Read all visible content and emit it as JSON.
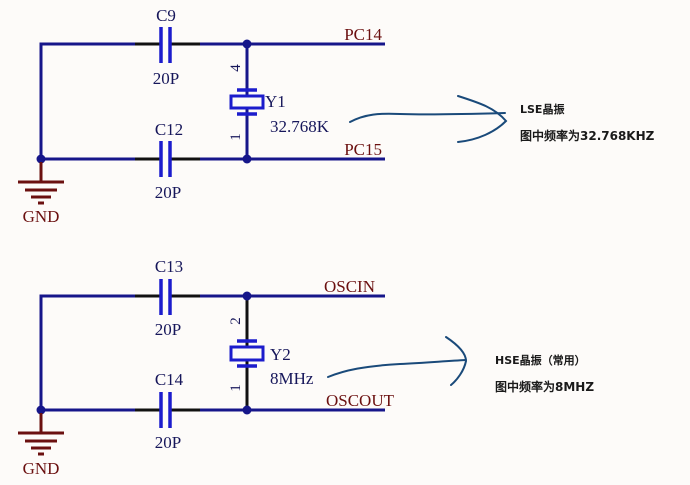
{
  "colors": {
    "wire": "#16168a",
    "component": "#1c1ccc",
    "crystal_pin": "#111111",
    "net_label": "#6b1010",
    "gnd": "#6b1010",
    "designator": "#16165a",
    "annotation_arrow": "#1a4a7a",
    "note_text": "#1a1a1a"
  },
  "circuits": [
    {
      "id": "lse",
      "capacitors": [
        {
          "designator": "C9",
          "value": "20P"
        },
        {
          "designator": "C12",
          "value": "20P"
        }
      ],
      "crystal": {
        "designator": "Y1",
        "value": "32.768K",
        "pin_top": "4",
        "pin_bottom": "1"
      },
      "nets": {
        "top": "PC14",
        "bottom": "PC15"
      },
      "ground_label": "GND",
      "note": {
        "line1": "LSE晶振",
        "line2": "图中频率为32.768KHZ"
      }
    },
    {
      "id": "hse",
      "capacitors": [
        {
          "designator": "C13",
          "value": "20P"
        },
        {
          "designator": "C14",
          "value": "20P"
        }
      ],
      "crystal": {
        "designator": "Y2",
        "value": "8MHz",
        "pin_top": "2",
        "pin_bottom": "1"
      },
      "nets": {
        "top": "OSCIN",
        "bottom": "OSCOUT"
      },
      "ground_label": "GND",
      "note": {
        "line1": "HSE晶振（常用）",
        "line2": "图中频率为8MHZ"
      }
    }
  ]
}
